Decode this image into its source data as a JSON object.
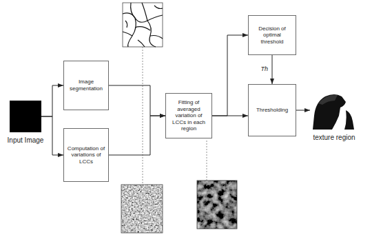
{
  "diagram": {
    "nodes": [
      {
        "text": [
          "Input Image"
        ]
      },
      {
        "text": [
          "Image segmentation"
        ]
      },
      {
        "text": [
          "Computation of variations of LCCs"
        ]
      },
      {
        "text": [
          "Fitting of averaged variation of LCCs in each region"
        ]
      },
      {
        "text": [
          "Decision of optimal threshold"
        ]
      },
      {
        "text": [
          "Thresholding"
        ]
      },
      {
        "text": [
          "texture region"
        ]
      }
    ],
    "edges": [
      {
        "from": 0,
        "to": 1,
        "arrow": "to"
      },
      {
        "from": 0,
        "to": 2,
        "arrow": "to"
      },
      {
        "from": 1,
        "to": 3,
        "arrow": "to"
      },
      {
        "from": 2,
        "to": 3,
        "arrow": "to"
      },
      {
        "from": 3,
        "to": 4,
        "arrow": "to"
      },
      {
        "from": 3,
        "to": 5,
        "arrow": "to"
      },
      {
        "from": 4,
        "to": 5,
        "label": "Th",
        "arrow": "to"
      },
      {
        "from": 5,
        "to": 6,
        "arrow": "to"
      }
    ]
  }
}
